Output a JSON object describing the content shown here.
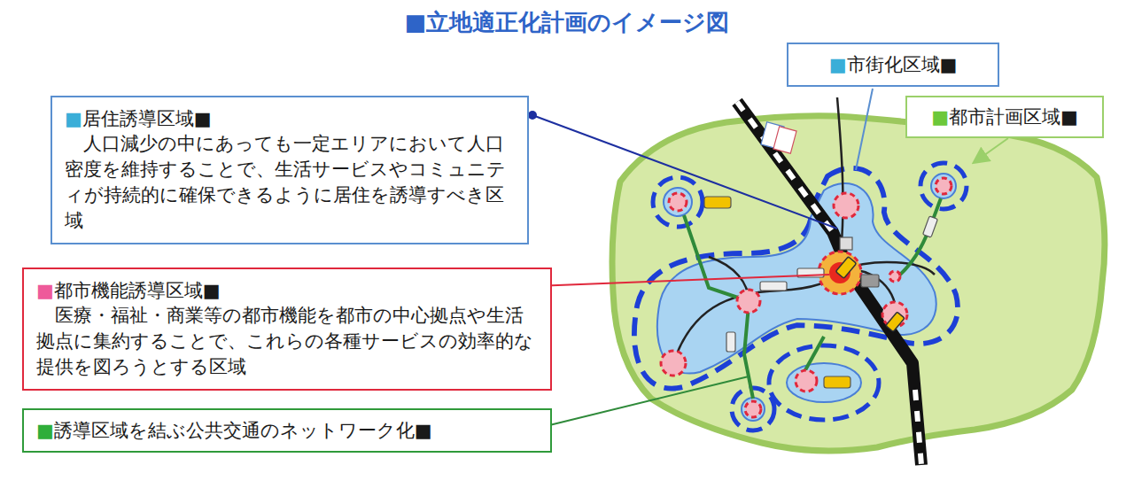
{
  "diagram": {
    "title": "■立地適正化計画のイメージ図",
    "nodes": [
      {
        "text": [
          "■居住誘導区域■",
          "人口減少の中にあっても一定エリアにおいて人口密度を維持することで、生活サービスやコミュニティが持続的に確保できるように居住を誘導すべき区域"
        ]
      },
      {
        "text": [
          "■都市機能誘導区域■",
          "医療・福祉・商業等の都市機能を都市の中心拠点や生活拠点に集約することで、これらの各種サービスの効率的な提供を図ろうとする区域"
        ]
      },
      {
        "text": [
          "■誘導区域を結ぶ公共交通のネットワーク化■"
        ]
      },
      {
        "text": [
          "■市街化区域■"
        ]
      },
      {
        "text": [
          "■都市計画区域■"
        ]
      }
    ]
  }
}
